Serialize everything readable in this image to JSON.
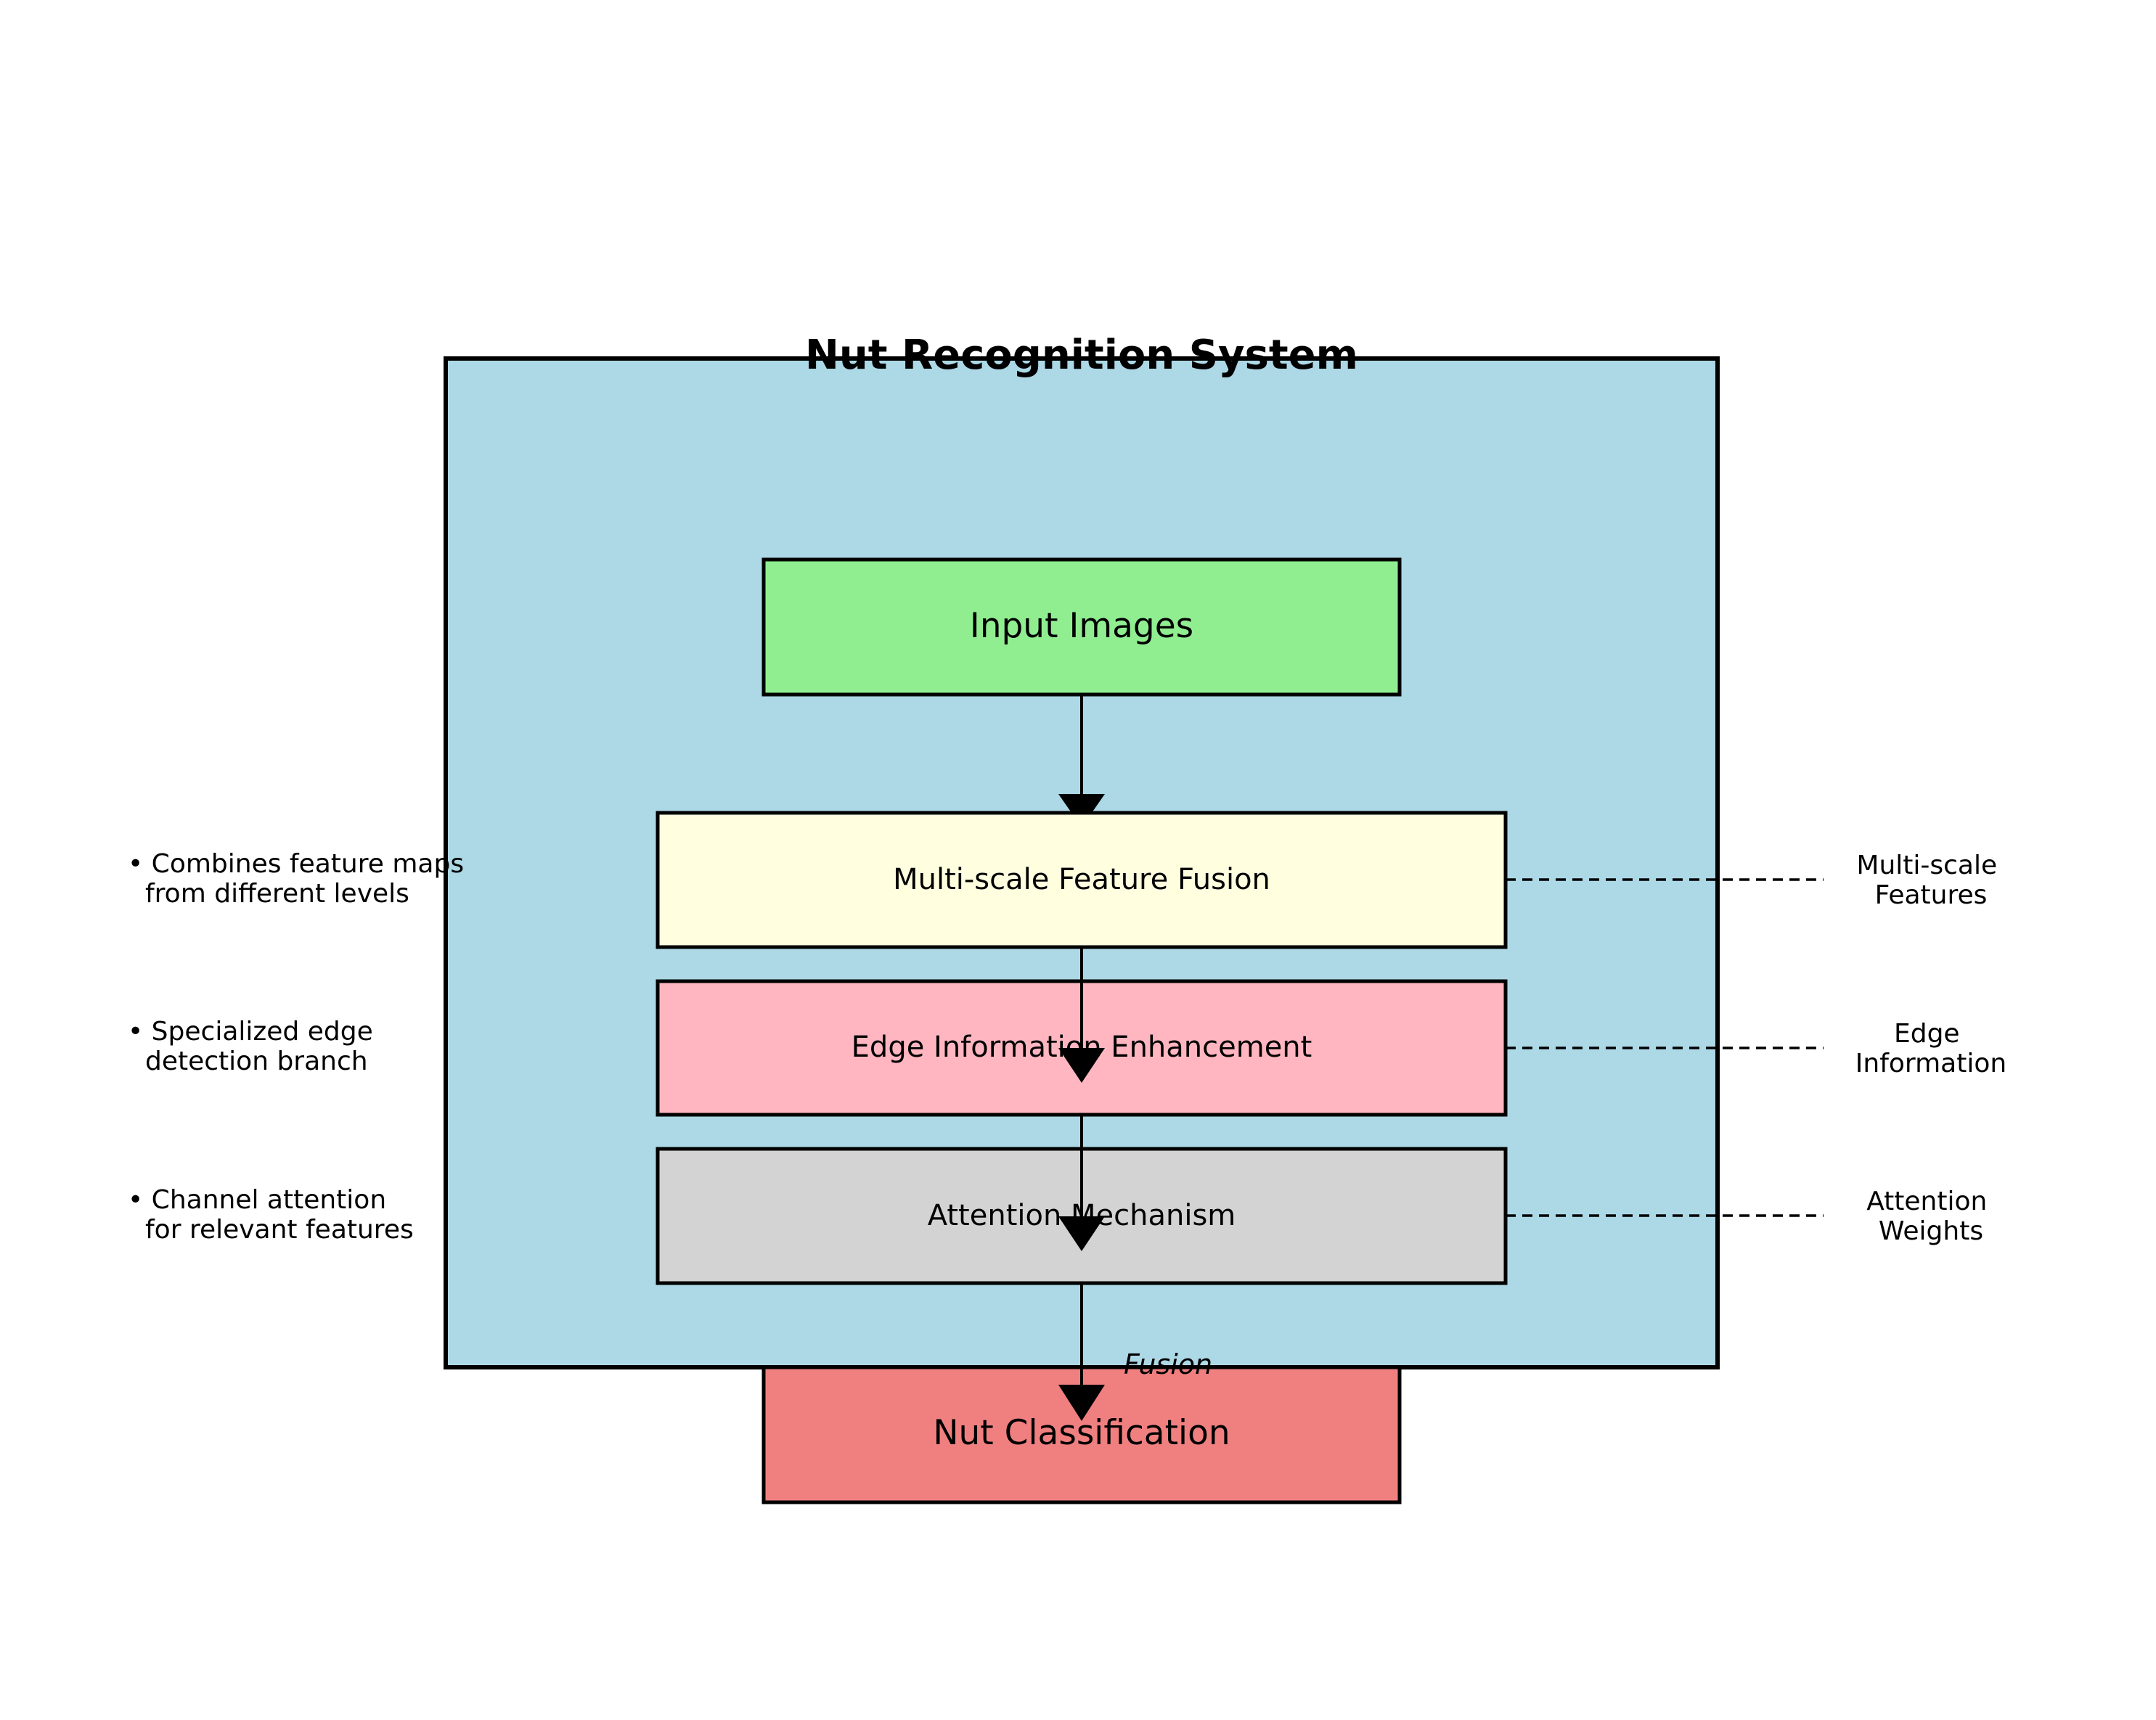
{
  "title": "Nut Recognition System",
  "colors": {
    "container": "#add8e6",
    "input": "#90ee90",
    "fusion": "#ffffe0",
    "edge": "#ffb6c1",
    "attention": "#d3d3d3",
    "output": "#f08080",
    "stroke": "#000000"
  },
  "boxes": {
    "input": "Input Images",
    "fusion": "Multi-scale Feature Fusion",
    "edge": "Edge Information Enhancement",
    "attention": "Attention Mechanism",
    "output": "Nut Classification"
  },
  "left_notes": {
    "fusion": [
      "• Combines feature maps",
      "from different levels"
    ],
    "edge": [
      "• Specialized edge",
      "detection branch"
    ],
    "attention": [
      "• Channel attention",
      "for relevant features"
    ]
  },
  "right_labels": {
    "fusion": [
      "Multi-scale",
      "Features"
    ],
    "edge": [
      "Edge",
      "Information"
    ],
    "attention": [
      "Attention",
      "Weights"
    ]
  },
  "fusion_label": "Fusion"
}
